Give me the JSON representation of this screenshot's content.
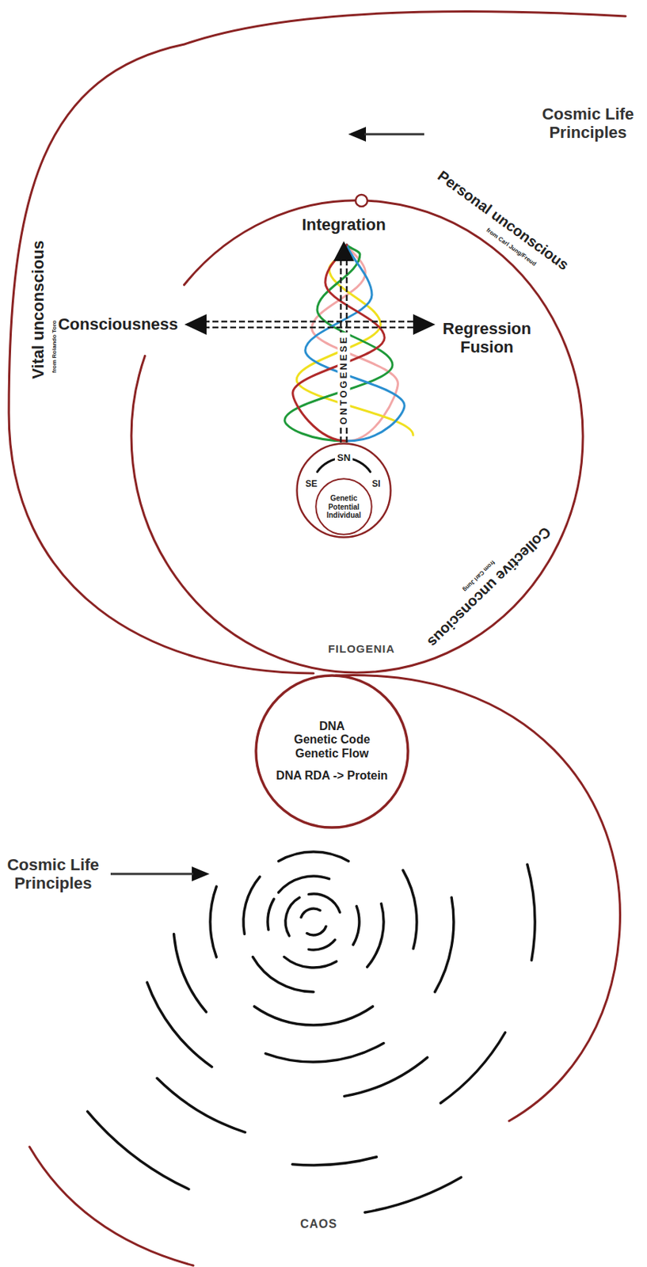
{
  "diagram": {
    "nodes": [
      {
        "text": [
          "FILOGENIA"
        ]
      },
      {
        "text": [
          "SN",
          "SE",
          "SI"
        ],
        "in": 0
      },
      {
        "text": [
          "Genetic Potential",
          "Individual"
        ],
        "in": 1
      },
      {
        "text": [
          "DNA",
          "Genetic Code",
          "Genetic Flow",
          "DNA RDA -> Protein"
        ]
      }
    ],
    "labels": [
      "Cosmic Life Principles",
      "Vital unconscious",
      "from Rolando Toro",
      "Integration",
      "Consciousness",
      "Regression Fusion",
      "ONTOGENESE",
      "Personal unconscious",
      "from Carl Jung/Freud",
      "Collective unconscious",
      "from Carl Jung",
      "Cosmic Life Principles",
      "CAOS"
    ]
  }
}
